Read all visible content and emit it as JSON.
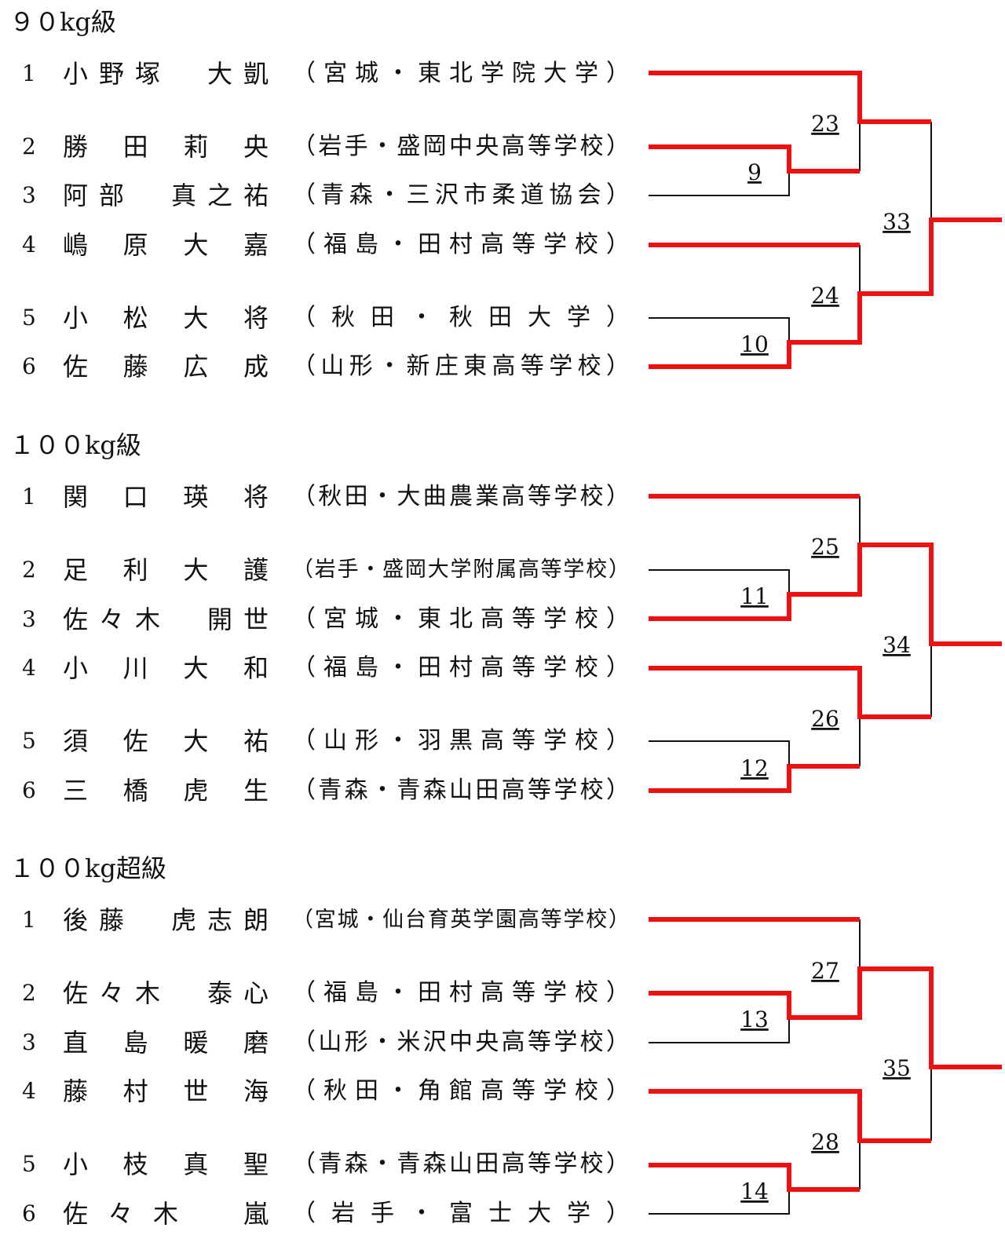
{
  "colors": {
    "winner_line": "#ee1111",
    "loser_line": "#111111"
  },
  "divisions": [
    {
      "title": "９０kg級",
      "entries": [
        {
          "seed": "1",
          "name": "小野塚　大凱",
          "affiliation": "（宮城・東北学院大学）"
        },
        {
          "seed": "2",
          "name": "勝　田　莉　央",
          "affiliation": "（岩手・盛岡中央高等学校）"
        },
        {
          "seed": "3",
          "name": "阿部　真之祐",
          "affiliation": "（青森・三沢市柔道協会）"
        },
        {
          "seed": "4",
          "name": "嶋　原　大　嘉",
          "affiliation": "（福島・田村高等学校）"
        },
        {
          "seed": "5",
          "name": "小　松　大　将",
          "affiliation": "（秋田・秋田大学）"
        },
        {
          "seed": "6",
          "name": "佐　藤　広　成",
          "affiliation": "（山形・新庄東高等学校）"
        }
      ],
      "matches": [
        "23",
        "9",
        "33",
        "24",
        "10"
      ]
    },
    {
      "title": "１００kg級",
      "entries": [
        {
          "seed": "1",
          "name": "関　口　瑛　将",
          "affiliation": "（秋田・大曲農業高等学校）"
        },
        {
          "seed": "2",
          "name": "足　利　大　護",
          "affiliation": "（岩手・盛岡大学附属高等学校）"
        },
        {
          "seed": "3",
          "name": "佐々木　開世",
          "affiliation": "（宮城・東北高等学校）"
        },
        {
          "seed": "4",
          "name": "小　川　大　和",
          "affiliation": "（福島・田村高等学校）"
        },
        {
          "seed": "5",
          "name": "須　佐　大　祐",
          "affiliation": "（山形・羽黒高等学校）"
        },
        {
          "seed": "6",
          "name": "三　橋　虎　生",
          "affiliation": "（青森・青森山田高等学校）"
        }
      ],
      "matches": [
        "25",
        "11",
        "34",
        "26",
        "12"
      ]
    },
    {
      "title": "１００kg超級",
      "entries": [
        {
          "seed": "1",
          "name": "後藤　虎志朗",
          "affiliation": "（宮城・仙台育英学園高等学校）"
        },
        {
          "seed": "2",
          "name": "佐々木　泰心",
          "affiliation": "（福島・田村高等学校）"
        },
        {
          "seed": "3",
          "name": "直　島　暖　磨",
          "affiliation": "（山形・米沢中央高等学校）"
        },
        {
          "seed": "4",
          "name": "藤　村　世　海",
          "affiliation": "（秋田・角館高等学校）"
        },
        {
          "seed": "5",
          "name": "小　枝　真　聖",
          "affiliation": "（青森・青森山田高等学校）"
        },
        {
          "seed": "6",
          "name": "佐々木　嵐",
          "affiliation": "（岩手・富士大学）"
        }
      ],
      "matches": [
        "27",
        "13",
        "35",
        "28",
        "14"
      ]
    }
  ]
}
